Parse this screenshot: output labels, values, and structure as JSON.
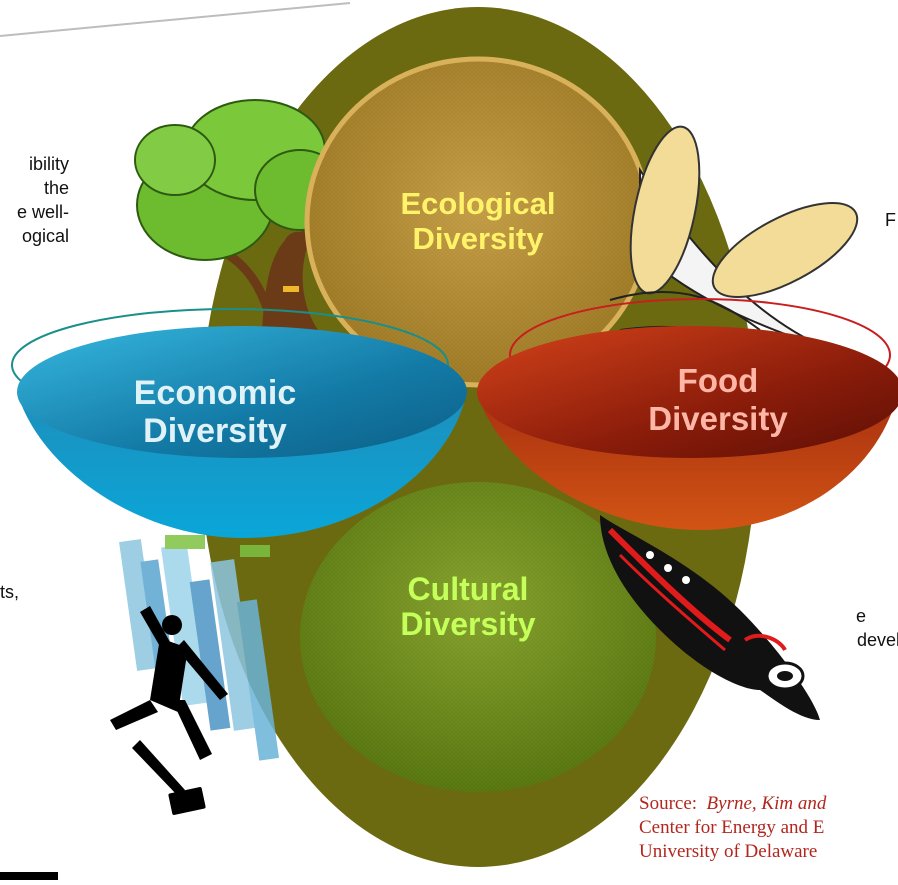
{
  "circles": {
    "ecological": [
      "Ecological",
      "Diversity"
    ],
    "economic": [
      "Economic",
      "Diversity"
    ],
    "food": [
      "Food",
      "Diversity"
    ],
    "cultural": [
      "Cultural",
      "Diversity"
    ]
  },
  "left_text": [
    "ibility",
    "the",
    "e well-",
    "ogical"
  ],
  "left_lower_text": "ts,",
  "right_upper_text": "F",
  "right_lower_text": [
    "e",
    "devel"
  ],
  "source": {
    "prefix": "Source:",
    "authors": "Byrne, Kim and",
    "line2": "Center for Energy and E",
    "line3": "University of Delaware"
  },
  "colors": {
    "outer_ring": "#6b6a10",
    "ecological_fill": "#b08a2e",
    "ecological_text": "#fff36a",
    "economic_fill": "#1a9fc7",
    "economic_text": "#dff2f8",
    "food_fill": "#b8320d",
    "food_text": "#ffb6a6",
    "cultural_fill": "#6c8a1a",
    "cultural_text": "#c4ff5a",
    "source_text": "#b3261e"
  },
  "icons": [
    "tree-icon",
    "corn-icon",
    "salmon-icon",
    "businessman-icon",
    "city-icon"
  ]
}
